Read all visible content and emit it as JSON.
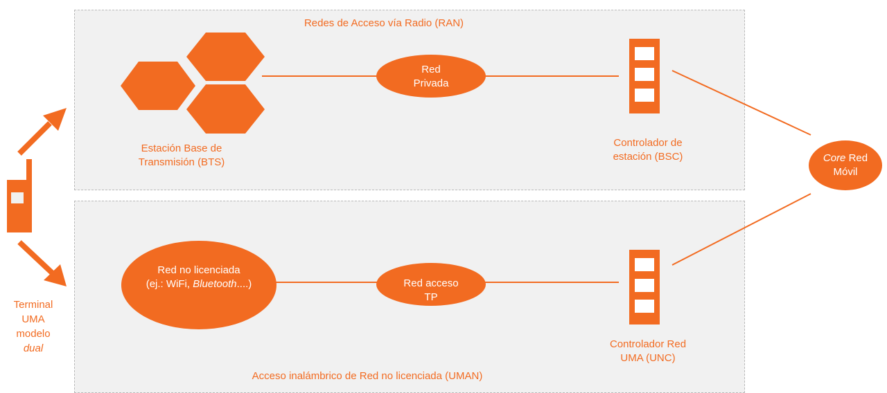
{
  "colors": {
    "accent": "#f26b21",
    "panel": "#f1f1f1",
    "border": "#b9b9b9",
    "text_on_accent": "#ffffff"
  },
  "ran": {
    "title": "Redes de Acceso vía Radio (RAN)",
    "bts_label_1": "Estación Base de",
    "bts_label_2": "Transmisión (BTS)",
    "private_net_1": "Red",
    "private_net_2": "Privada",
    "bsc_label_1": "Controlador de",
    "bsc_label_2": "estación (BSC)"
  },
  "uman": {
    "title": "Acceso inalámbrico de Red no licenciada (UMAN)",
    "unlicensed_1": "Red no licenciada",
    "unlicensed_2a": "(ej.: WiFi, ",
    "unlicensed_2b": "Bluetooth",
    "unlicensed_2c": "....)",
    "ip_net_1": "Red acceso",
    "ip_net_2": "TP",
    "unc_label_1": "Controlador Red",
    "unc_label_2": "UMA (UNC)"
  },
  "core": {
    "label_italic": "Core",
    "label_rest": " Red",
    "label_2": "Móvil"
  },
  "terminal": {
    "line_1": "Terminal",
    "line_2": "UMA",
    "line_3": "modelo",
    "line_4": "dual"
  }
}
